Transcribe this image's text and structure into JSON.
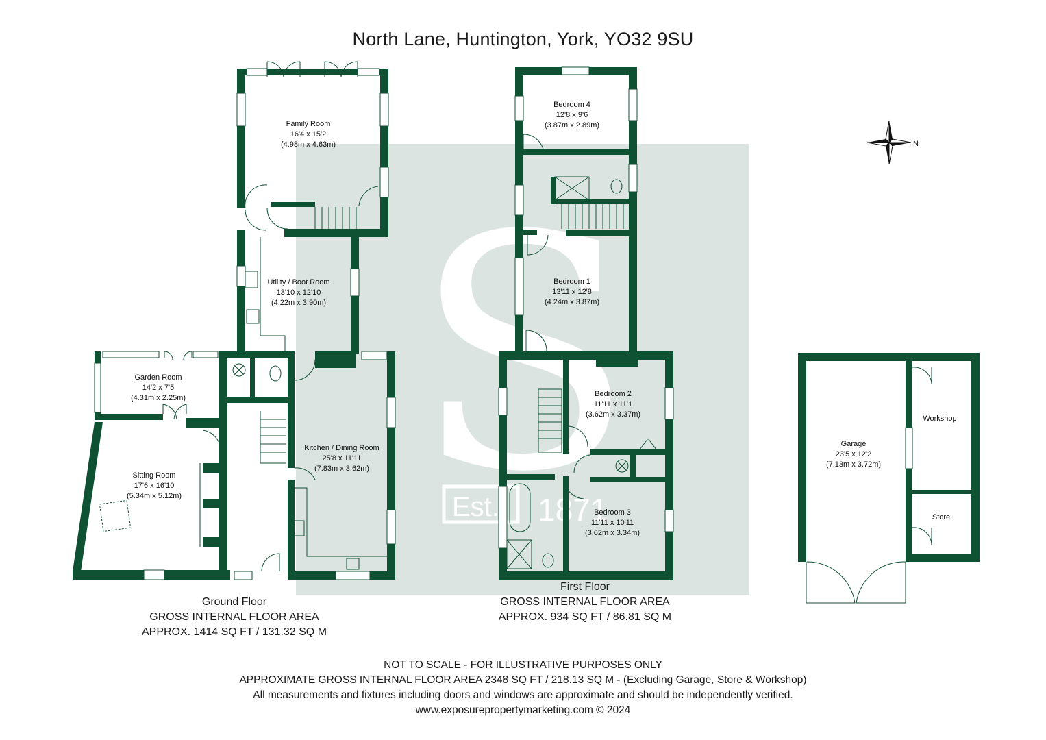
{
  "title": "North Lane, Huntington, York, YO32 9SU",
  "colors": {
    "wall": "#0f5233",
    "watermark": "#dbe4e1",
    "text": "#1a1a1a"
  },
  "watermark": {
    "letter": "S",
    "est": "Est.",
    "year": "1871"
  },
  "compass": {
    "label": "N"
  },
  "rooms": {
    "family": {
      "name": "Family Room",
      "imperial": "16'4 x 15'2",
      "metric": "(4.98m x 4.63m)"
    },
    "utility": {
      "name": "Utility / Boot Room",
      "imperial": "13'10 x 12'10",
      "metric": "(4.22m x 3.90m)"
    },
    "garden": {
      "name": "Garden Room",
      "imperial": "14'2 x 7'5",
      "metric": "(4.31m x 2.25m)"
    },
    "sitting": {
      "name": "Sitting Room",
      "imperial": "17'6 x 16'10",
      "metric": "(5.34m x 5.12m)"
    },
    "kitchen": {
      "name": "Kitchen / Dining Room",
      "imperial": "25'8 x 11'11",
      "metric": "(7.83m x 3.62m)"
    },
    "bed4": {
      "name": "Bedroom 4",
      "imperial": "12'8 x 9'6",
      "metric": "(3.87m x 2.89m)"
    },
    "bed1": {
      "name": "Bedroom 1",
      "imperial": "13'11 x 12'8",
      "metric": "(4.24m x 3.87m)"
    },
    "bed2": {
      "name": "Bedroom 2",
      "imperial": "11'11 x 11'1",
      "metric": "(3.62m x 3.37m)"
    },
    "bed3": {
      "name": "Bedroom 3",
      "imperial": "11'11 x 10'11",
      "metric": "(3.62m x 3.34m)"
    },
    "workshop": {
      "name": "Workshop"
    },
    "store": {
      "name": "Store"
    },
    "garage": {
      "name": "Garage",
      "imperial": "23'5 x 12'2",
      "metric": "(7.13m x 3.72m)"
    }
  },
  "ground_floor": {
    "name": "Ground Floor",
    "label": "GROSS INTERNAL FLOOR AREA",
    "area": "APPROX. 1414 SQ FT / 131.32 SQ M"
  },
  "first_floor": {
    "name": "First Floor",
    "label": "GROSS INTERNAL FLOOR AREA",
    "area": "APPROX. 934 SQ FT / 86.81 SQ M"
  },
  "footer": {
    "line1": "NOT TO SCALE - FOR ILLUSTRATIVE PURPOSES ONLY",
    "line2": "APPROXIMATE GROSS INTERNAL FLOOR AREA 2348 SQ FT / 218.13 SQ M - (Excluding Garage, Store & Workshop)",
    "line3": "All measurements and fixtures including doors and windows are approximate and should be independently verified.",
    "line4": "www.exposurepropertymarketing.com © 2024"
  }
}
